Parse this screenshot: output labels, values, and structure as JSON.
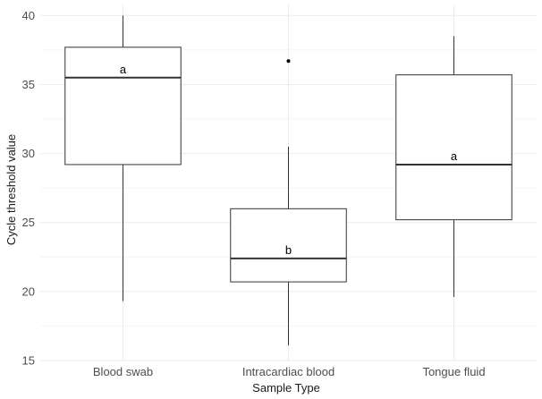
{
  "chart_data": {
    "type": "box",
    "title": "",
    "xlabel": "Sample Type",
    "ylabel": "Cycle threshold value",
    "ylim": [
      15,
      40.8
    ],
    "yticks": [
      15,
      20,
      25,
      30,
      35,
      40
    ],
    "grid": true,
    "categories": [
      "Blood swab",
      "Intracardiac blood",
      "Tongue fluid"
    ],
    "boxes": [
      {
        "category": "Blood swab",
        "whisker_low": 19.3,
        "q1": 29.2,
        "median": 35.5,
        "q3": 37.7,
        "whisker_high": 40.0,
        "outliers": [],
        "label": "a"
      },
      {
        "category": "Intracardiac blood",
        "whisker_low": 16.1,
        "q1": 20.7,
        "median": 22.4,
        "q3": 26.0,
        "whisker_high": 30.5,
        "outliers": [
          36.7
        ],
        "label": "b"
      },
      {
        "category": "Tongue fluid",
        "whisker_low": 19.6,
        "q1": 25.2,
        "median": 29.2,
        "q3": 35.7,
        "whisker_high": 38.5,
        "outliers": [],
        "label": "a"
      }
    ],
    "colors": {
      "grid_major": "#ebebeb",
      "grid_minor": "#f4f4f4",
      "box_stroke": "#333333",
      "box_fill": "#ffffff",
      "text": "#4d4d4d"
    }
  }
}
